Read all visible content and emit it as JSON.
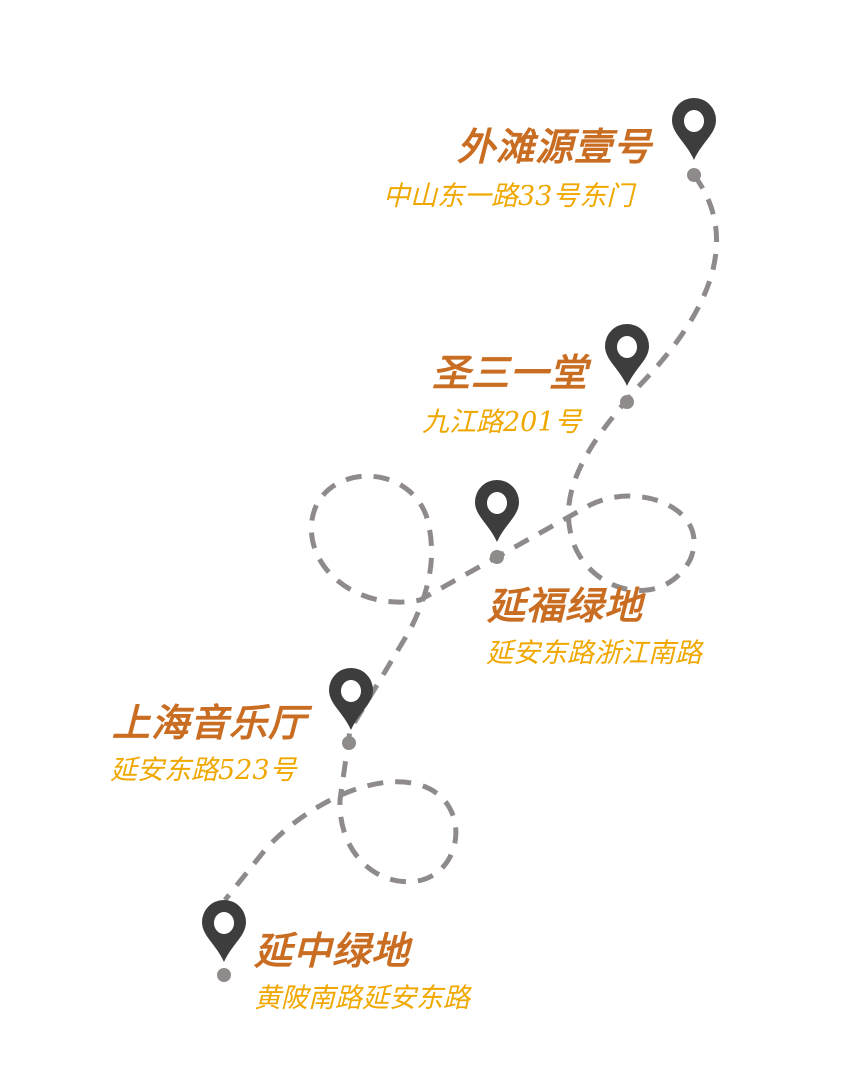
{
  "colors": {
    "title": "#c96d22",
    "address": "#f0a800",
    "pin": "#3d3d3d",
    "route": "#8f8b8b"
  },
  "stops": [
    {
      "name": "外滩源壹号",
      "address": "中山东一路33号东门",
      "icon": "map-pin-icon"
    },
    {
      "name": "圣三一堂",
      "address": "九江路201号",
      "icon": "map-pin-icon"
    },
    {
      "name": "延福绿地",
      "address": "延安东路浙江南路",
      "icon": "map-pin-icon"
    },
    {
      "name": "上海音乐厅",
      "address": "延安东路523号",
      "icon": "map-pin-icon"
    },
    {
      "name": "延中绿地",
      "address": "黄陂南路延安东路",
      "icon": "map-pin-icon"
    }
  ]
}
